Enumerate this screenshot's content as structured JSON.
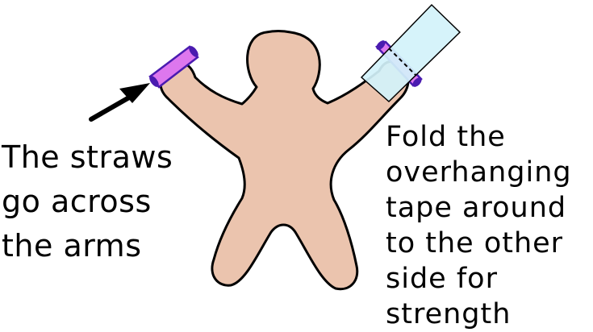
{
  "annotations": {
    "straws_note": [
      "The straws",
      "go across",
      "the arms"
    ],
    "tape_note": [
      "Fold the",
      "overhanging",
      "tape around",
      "to the other",
      "side for",
      "strength"
    ]
  },
  "colors": {
    "body_fill": "#ebc4ae",
    "outline": "#000000",
    "straw_fill": "#dd77ee",
    "straw_edge": "#4a1bb0",
    "tape_fill": "#d2f2fa",
    "arrow": "#000000"
  },
  "icons": {
    "pointer": "arrow-icon"
  }
}
